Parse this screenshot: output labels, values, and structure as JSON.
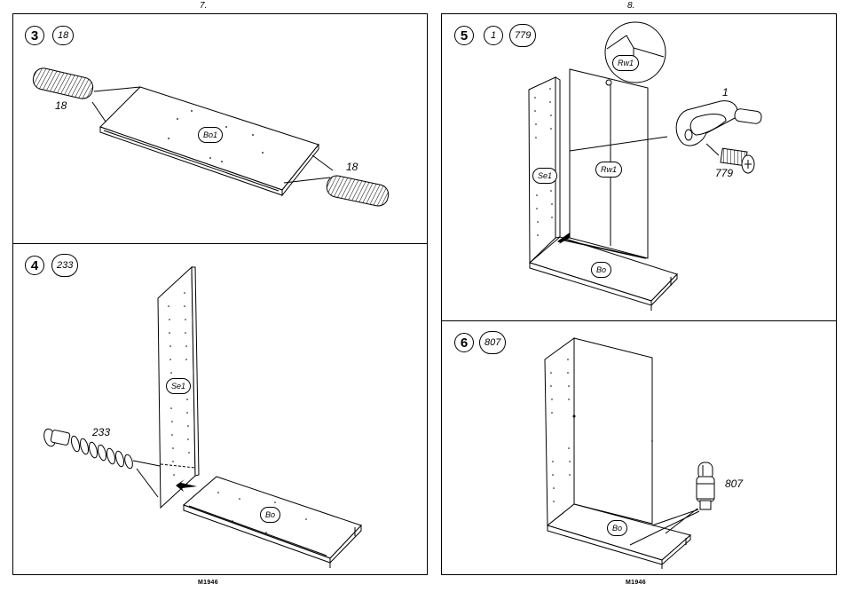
{
  "pages": [
    {
      "number": "7.",
      "footer": "M1946"
    },
    {
      "number": "8.",
      "footer": "M1946"
    }
  ],
  "steps": [
    {
      "step": "3",
      "parts": [
        "18"
      ],
      "callouts": {
        "dowel_left": "18",
        "dowel_right": "18"
      },
      "panel_label": "Bo1"
    },
    {
      "step": "4",
      "parts": [
        "233"
      ],
      "callouts": {
        "fitting": "233"
      },
      "panel_labels": {
        "side": "Se1",
        "bottom": "Bo"
      }
    },
    {
      "step": "5",
      "parts": [
        "1",
        "779"
      ],
      "callouts": {
        "bracket": "1",
        "screw": "779"
      },
      "panel_labels": {
        "side": "Se1",
        "back": "Rw1",
        "bottom": "Bo",
        "detail": "Rw1"
      }
    },
    {
      "step": "6",
      "parts": [
        "807"
      ],
      "callouts": {
        "support": "807"
      },
      "panel_labels": {
        "bottom": "Bo"
      }
    }
  ]
}
